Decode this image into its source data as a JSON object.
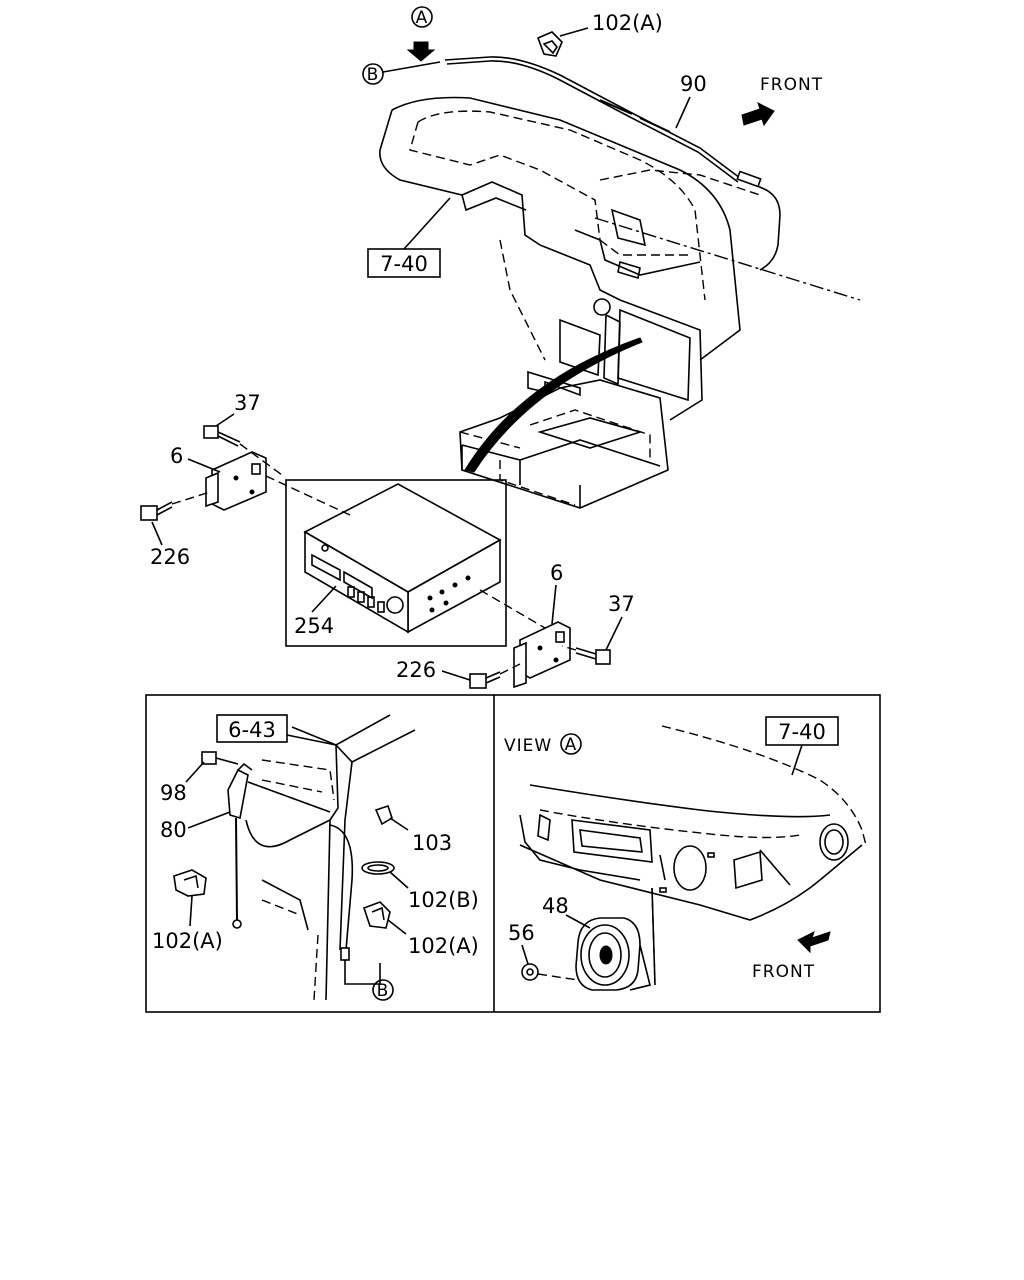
{
  "labels": {
    "view_a_marker": "A",
    "p102a_top": "102(A)",
    "b_marker_top": "B",
    "p90": "90",
    "front_top": "FRONT",
    "ref_7_40_top": "7-40",
    "p37_left": "37",
    "p6_left": "6",
    "p226_left": "226",
    "p254": "254",
    "p6_right": "6",
    "p37_right": "37",
    "p226_right": "226",
    "ref_6_43": "6-43",
    "p98": "98",
    "p80": "80",
    "p103": "103",
    "p102b": "102(B)",
    "p102a_left": "102(A)",
    "p102a_right": "102(A)",
    "b_marker_bottom": "B",
    "view_label": "VIEW",
    "view_marker": "A",
    "ref_7_40_view": "7-40",
    "p48": "48",
    "p56": "56",
    "front_bottom": "FRONT"
  }
}
